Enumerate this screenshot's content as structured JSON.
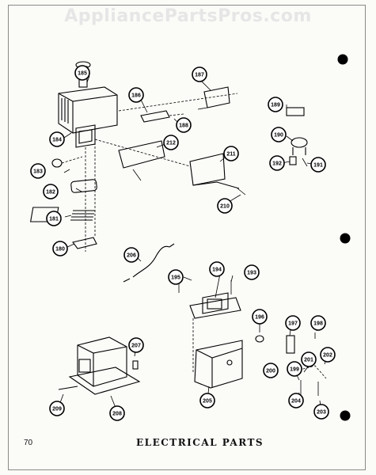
{
  "header": {
    "watermark": "AppliancePartsPros.com"
  },
  "footer": {
    "page_number": "70",
    "title": "ELECTRICAL PARTS"
  },
  "callouts": {
    "c180": "180",
    "c181": "181",
    "c182": "182",
    "c183": "183",
    "c184": "184",
    "c185": "185",
    "c186": "186",
    "c187": "187",
    "c188": "188",
    "c189": "189",
    "c190": "190",
    "c191": "191",
    "c192": "192",
    "c193": "193",
    "c194": "194",
    "c195": "195",
    "c196": "196",
    "c197": "197",
    "c198": "198",
    "c199": "199",
    "c200": "200",
    "c201": "201",
    "c202": "202",
    "c203": "203",
    "c204": "204",
    "c205": "205",
    "c206": "206",
    "c207": "207",
    "c208": "208",
    "c209": "209",
    "c210": "210",
    "c211": "211",
    "c212": "212"
  }
}
